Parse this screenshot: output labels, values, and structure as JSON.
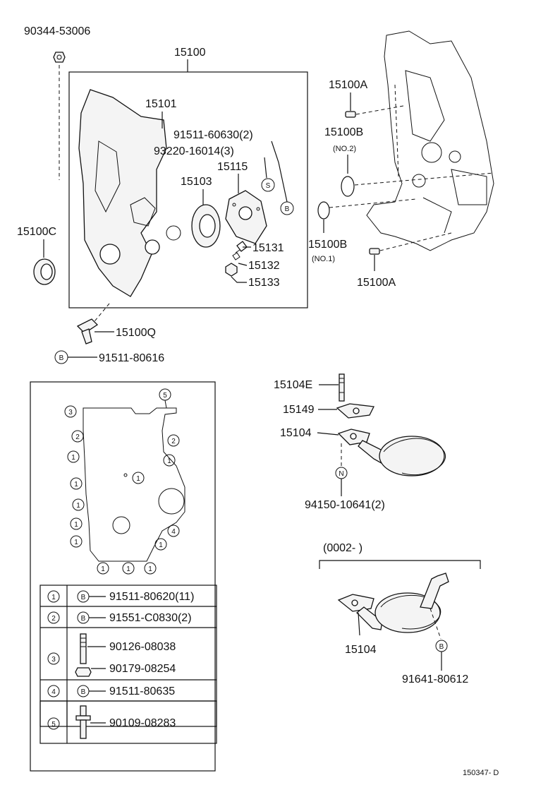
{
  "labels": {
    "l_90344": "90344-53006",
    "l_15100": "15100",
    "l_15101": "15101",
    "l_91511_606": "91511-60630(2)",
    "l_93220": "93220-16014(3)",
    "l_15115": "15115",
    "l_15103": "15103",
    "l_15131": "15131",
    "l_15132": "15132",
    "l_15133": "15133",
    "l_15100C": "15100C",
    "l_15100Q": "15100Q",
    "l_91511_806": "91511-80616",
    "l_15100A_top": "15100A",
    "l_15100B_top": "15100B",
    "l_no2": "(NO.2)",
    "l_15100B_bot": "15100B",
    "l_no1": "(NO.1)",
    "l_15100A_bot": "15100A",
    "l_15104E": "15104E",
    "l_15149": "15149",
    "l_15104_a": "15104",
    "l_94150": "94150-10641(2)",
    "l_range": "(0002-           )",
    "l_15104_b": "15104",
    "l_91641": "91641-80612",
    "l_code": "150347- D"
  },
  "markers": {
    "S": "S",
    "B": "B",
    "N": "N"
  },
  "gasket_nums": {
    "n1": "1",
    "n2": "2",
    "n3": "3",
    "n4": "4",
    "n5": "5"
  },
  "table": {
    "rows": [
      {
        "num": "1",
        "marker": "B",
        "parts": [
          "91511-80620(11)"
        ]
      },
      {
        "num": "2",
        "marker": "B",
        "parts": [
          "91551-C0830(2)"
        ]
      },
      {
        "num": "3",
        "marker": "",
        "parts": [
          "90126-08038",
          "90179-08254"
        ]
      },
      {
        "num": "4",
        "marker": "B",
        "parts": [
          "91511-80635"
        ]
      },
      {
        "num": "5",
        "marker": "",
        "parts": [
          "90109-08283"
        ]
      }
    ]
  }
}
